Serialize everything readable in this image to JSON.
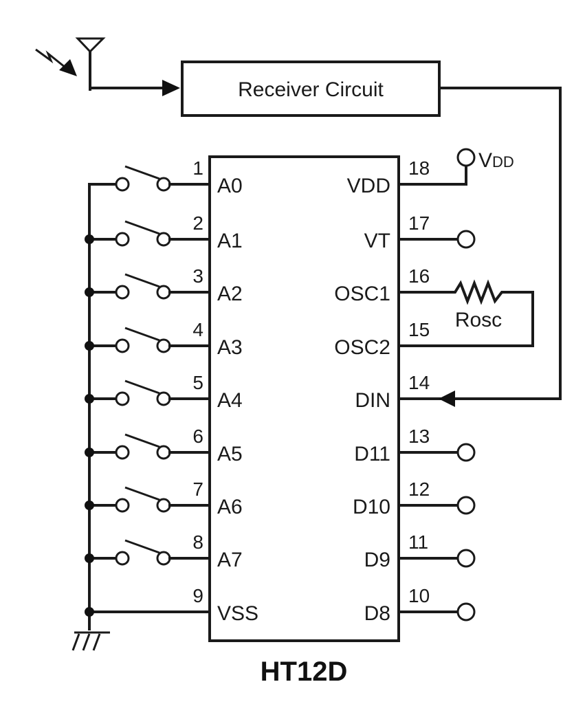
{
  "diagram": {
    "title": "HT12D",
    "receiver": {
      "label": "Receiver Circuit"
    },
    "vdd_label": "VDD",
    "vdd_label_main": "V",
    "vdd_label_sub": "DD",
    "rosc_label": "Rosc",
    "left_pins": [
      {
        "num": "1",
        "name": "A0",
        "switch": true
      },
      {
        "num": "2",
        "name": "A1",
        "switch": true
      },
      {
        "num": "3",
        "name": "A2",
        "switch": true
      },
      {
        "num": "4",
        "name": "A3",
        "switch": true
      },
      {
        "num": "5",
        "name": "A4",
        "switch": true
      },
      {
        "num": "6",
        "name": "A5",
        "switch": true
      },
      {
        "num": "7",
        "name": "A6",
        "switch": true
      },
      {
        "num": "8",
        "name": "A7",
        "switch": true
      },
      {
        "num": "9",
        "name": "VSS",
        "switch": false
      }
    ],
    "right_pins": [
      {
        "num": "18",
        "name": "VDD",
        "connection": "vdd"
      },
      {
        "num": "17",
        "name": "VT",
        "connection": "terminal"
      },
      {
        "num": "16",
        "name": "OSC1",
        "connection": "rosc"
      },
      {
        "num": "15",
        "name": "OSC2",
        "connection": "rosc"
      },
      {
        "num": "14",
        "name": "DIN",
        "connection": "receiver"
      },
      {
        "num": "13",
        "name": "D11",
        "connection": "terminal"
      },
      {
        "num": "12",
        "name": "D10",
        "connection": "terminal"
      },
      {
        "num": "11",
        "name": "D9",
        "connection": "terminal"
      },
      {
        "num": "10",
        "name": "D8",
        "connection": "terminal"
      }
    ]
  }
}
